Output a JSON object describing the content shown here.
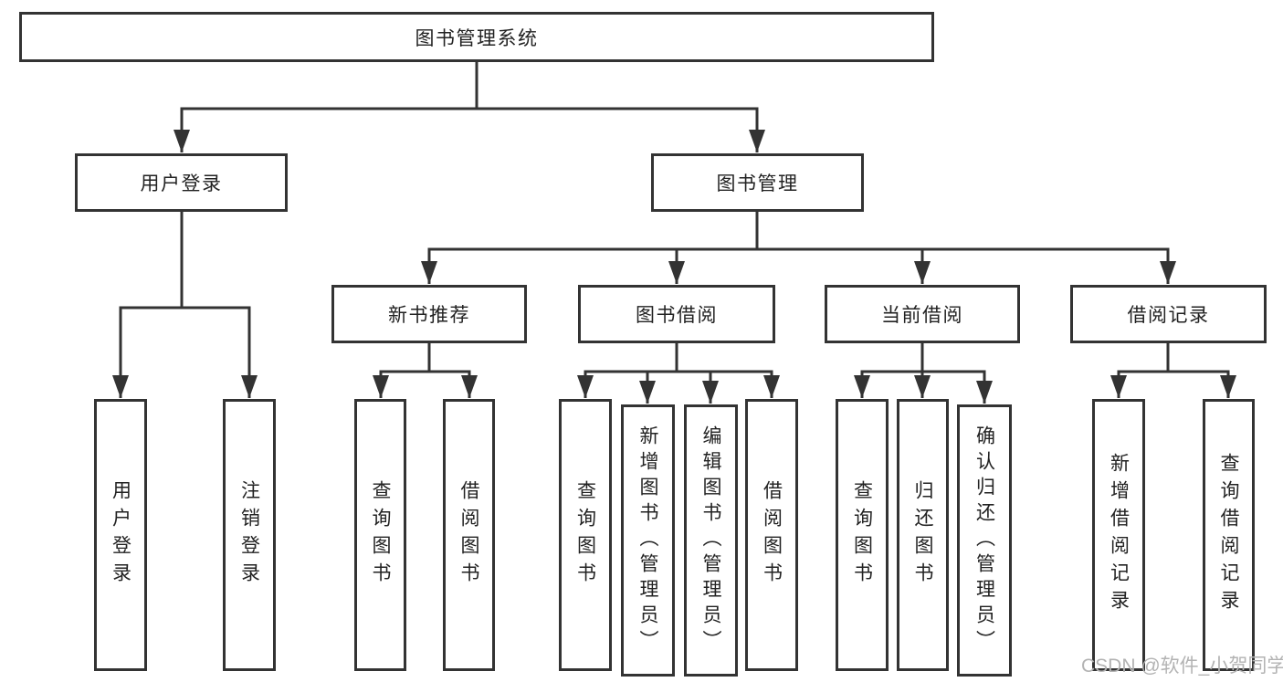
{
  "tree": {
    "label": "图书管理系统",
    "children": [
      {
        "label": "用户登录",
        "children": [
          {
            "label": "用户登录"
          },
          {
            "label": "注销登录"
          }
        ]
      },
      {
        "label": "图书管理",
        "children": [
          {
            "label": "新书推荐",
            "children": [
              {
                "label": "查询图书"
              },
              {
                "label": "借阅图书"
              }
            ]
          },
          {
            "label": "图书借阅",
            "children": [
              {
                "label": "查询图书"
              },
              {
                "label": "新增图书（管理员）"
              },
              {
                "label": "编辑图书（管理员）"
              },
              {
                "label": "借阅图书"
              }
            ]
          },
          {
            "label": "当前借阅",
            "children": [
              {
                "label": "查询图书"
              },
              {
                "label": "归还图书"
              },
              {
                "label": "确认归还（管理员）"
              }
            ]
          },
          {
            "label": "借阅记录",
            "children": [
              {
                "label": "新增借阅记录"
              },
              {
                "label": "查询借阅记录"
              }
            ]
          }
        ]
      }
    ]
  },
  "watermark": {
    "text": "CSDN @软件_小贺同学"
  },
  "colors": {
    "line": "#333333",
    "border": "#333333",
    "text": "#222222",
    "watermark": "#b3b3b3",
    "background": "#ffffff"
  }
}
